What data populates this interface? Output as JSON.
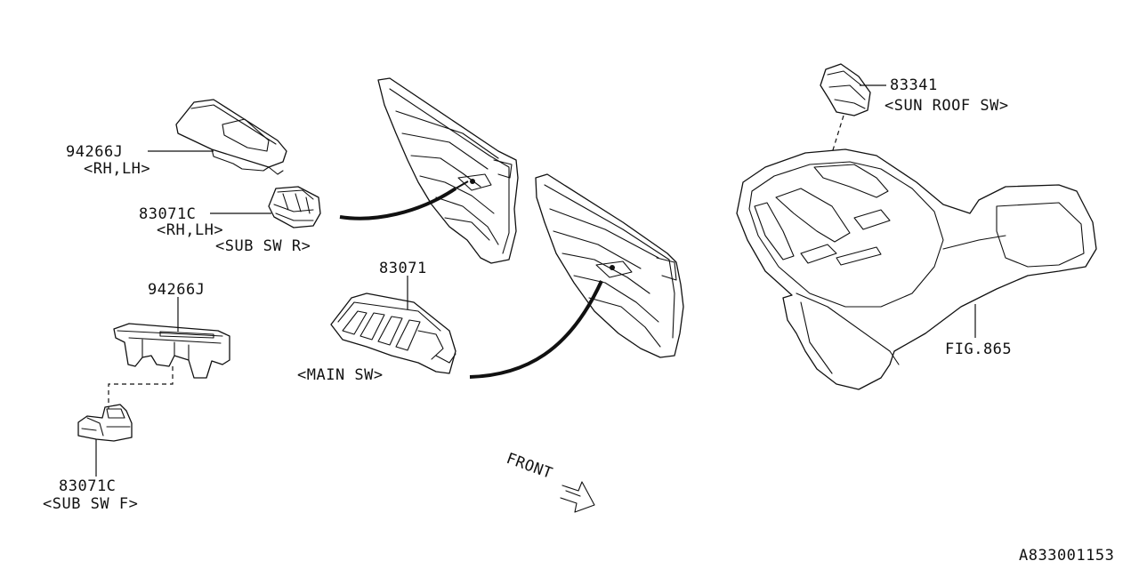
{
  "labels": {
    "p94266j_rh_part": "94266J",
    "p94266j_rh_note": "<RH,LH>",
    "p83071c_rh_part": "83071C",
    "p83071c_rh_note": "<RH,LH>",
    "sub_sw_r": "<SUB SW R>",
    "p94266j_f_part": "94266J",
    "p83071c_f_part": "83071C",
    "sub_sw_f": "<SUB SW F>",
    "p83071_part": "83071",
    "main_sw": "<MAIN SW>",
    "p83341_part": "83341",
    "sun_roof_sw": "<SUN ROOF SW>",
    "fig_ref": "FIG.865",
    "front": "FRONT",
    "diagram_id": "A833001153"
  }
}
